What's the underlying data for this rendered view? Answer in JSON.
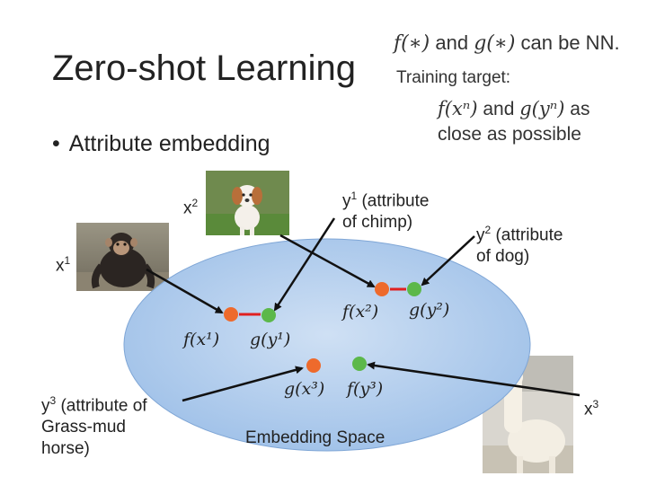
{
  "title": "Zero-shot Learning",
  "bullet": "Attribute embedding",
  "bullet_symbol": "•",
  "nn_note": {
    "f_sym": "f(∗)",
    "mid": " and ",
    "g_sym": "g(∗)",
    "rest": " can be NN."
  },
  "training": {
    "label": "Training target:",
    "fx_sym": "f(xⁿ)",
    "and_word": " and ",
    "gy_sym": "g(yⁿ)",
    "as_word": " as",
    "line2": "close as possible"
  },
  "images": {
    "x1": {
      "label_base": "x",
      "label_sup": "1",
      "subject": "chimpanzee"
    },
    "x2": {
      "label_base": "x",
      "label_sup": "2",
      "subject": "dog"
    },
    "x3": {
      "label_base": "x",
      "label_sup": "3",
      "subject": "alpaca"
    }
  },
  "attributes": {
    "y1": {
      "base": "y",
      "sup": "1",
      "line1": " (attribute",
      "line2": "of chimp)"
    },
    "y2": {
      "base": "y",
      "sup": "2",
      "line1": " (attribute",
      "line2": "of dog)"
    },
    "y3": {
      "base": "y",
      "sup": "3",
      "line1": " (attribute of",
      "line2": "Grass-mud",
      "line3": "horse)"
    }
  },
  "embedding_space": {
    "label": "Embedding Space",
    "points": {
      "f_x1": "f(x¹)",
      "g_y1": "g(y¹)",
      "f_x2": "f(x²)",
      "g_y2": "g(y²)",
      "g_x3": "g(x³)",
      "f_y3": "f(y³)"
    }
  },
  "colors": {
    "ellipse_fill_center": "#cfe0f4",
    "ellipse_fill_edge": "#9ec0e8",
    "ellipse_stroke": "#7fa6d6",
    "orange_point": "#ee6a2c",
    "green_point": "#5cb84a",
    "pair_link": "#e02020",
    "arrow": "#111111"
  }
}
